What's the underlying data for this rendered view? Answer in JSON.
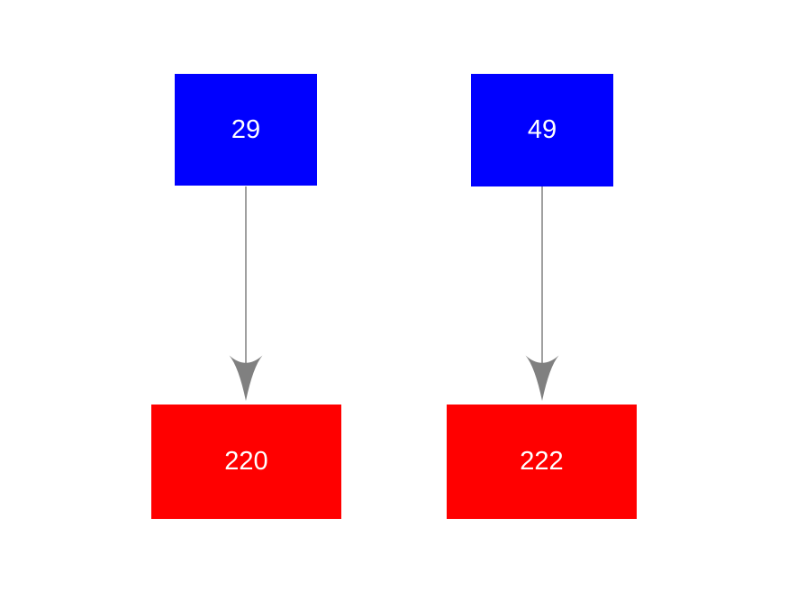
{
  "diagram": {
    "background_color": "#ffffff",
    "arrow_color": "#808080",
    "label_color": "#ffffff",
    "nodes": [
      {
        "id": "node-29",
        "label": "29",
        "color": "#0000ff",
        "row": "top"
      },
      {
        "id": "node-49",
        "label": "49",
        "color": "#0000ff",
        "row": "top"
      },
      {
        "id": "node-220",
        "label": "220",
        "color": "#ff0000",
        "row": "bottom"
      },
      {
        "id": "node-222",
        "label": "222",
        "color": "#ff0000",
        "row": "bottom"
      }
    ],
    "edges": [
      {
        "from": "29",
        "to": "220"
      },
      {
        "from": "49",
        "to": "222"
      }
    ]
  }
}
